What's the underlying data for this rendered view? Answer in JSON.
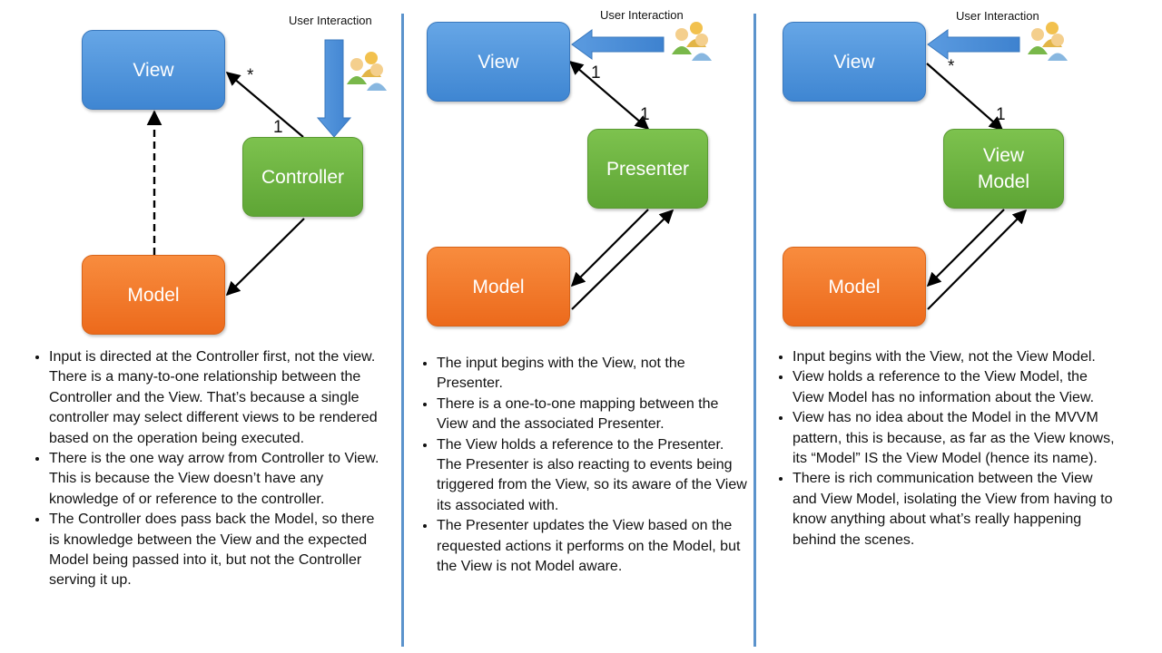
{
  "columns": [
    {
      "id": "mvc",
      "interaction_label": "User Interaction",
      "boxes": {
        "view": "View",
        "controller": "Controller",
        "model": "Model"
      },
      "multiplicity": {
        "view_end": "*",
        "controller_end": "1"
      },
      "bullets": [
        "Input is directed at the Controller first, not the view. There is a many-to-one relationship between the Controller and the View. That’s because a single controller may select different views to be rendered based on the operation being executed.",
        "There is the one way arrow from Controller to View. This is because the View doesn’t have any knowledge of or reference to the controller.",
        "The Controller does pass back the Model, so there is knowledge between the View and the expected Model being passed into it, but not the Controller serving it up."
      ]
    },
    {
      "id": "mvp",
      "interaction_label": "User Interaction",
      "boxes": {
        "view": "View",
        "presenter": "Presenter",
        "model": "Model"
      },
      "multiplicity": {
        "view_end": "1",
        "presenter_end": "1"
      },
      "bullets": [
        "The input begins with the View, not the Presenter.",
        "There is a one-to-one mapping between the View and the associated Presenter.",
        "The View holds a reference to the Presenter. The Presenter is also reacting to events being triggered from the View, so its aware of the View its associated with.",
        "The Presenter updates the View based on the requested actions it performs on the Model, but the View is not Model aware."
      ]
    },
    {
      "id": "mvvm",
      "interaction_label": "User Interaction",
      "boxes": {
        "view": "View",
        "viewmodel": "View\nModel",
        "model": "Model"
      },
      "multiplicity": {
        "view_end": "*",
        "viewmodel_end": "1"
      },
      "bullets": [
        "Input begins with the View, not the View Model.",
        "View holds a reference to the View Model, the View Model has no information about the View.",
        "View has no idea about the Model in the MVVM pattern, this is because, as far as the View knows, its “Model” IS the View Model (hence its name).",
        "There is rich communication between the View and View Model, isolating the View from having to know anything about what’s really happening behind the scenes."
      ]
    }
  ],
  "icons": {
    "users": "user-group-icon"
  },
  "colors": {
    "view_box": "#4a90d9",
    "controller_box": "#6ab23e",
    "model_box": "#f07a2c",
    "interaction_arrow": "#4a90d9",
    "divider": "#5b93cc"
  }
}
